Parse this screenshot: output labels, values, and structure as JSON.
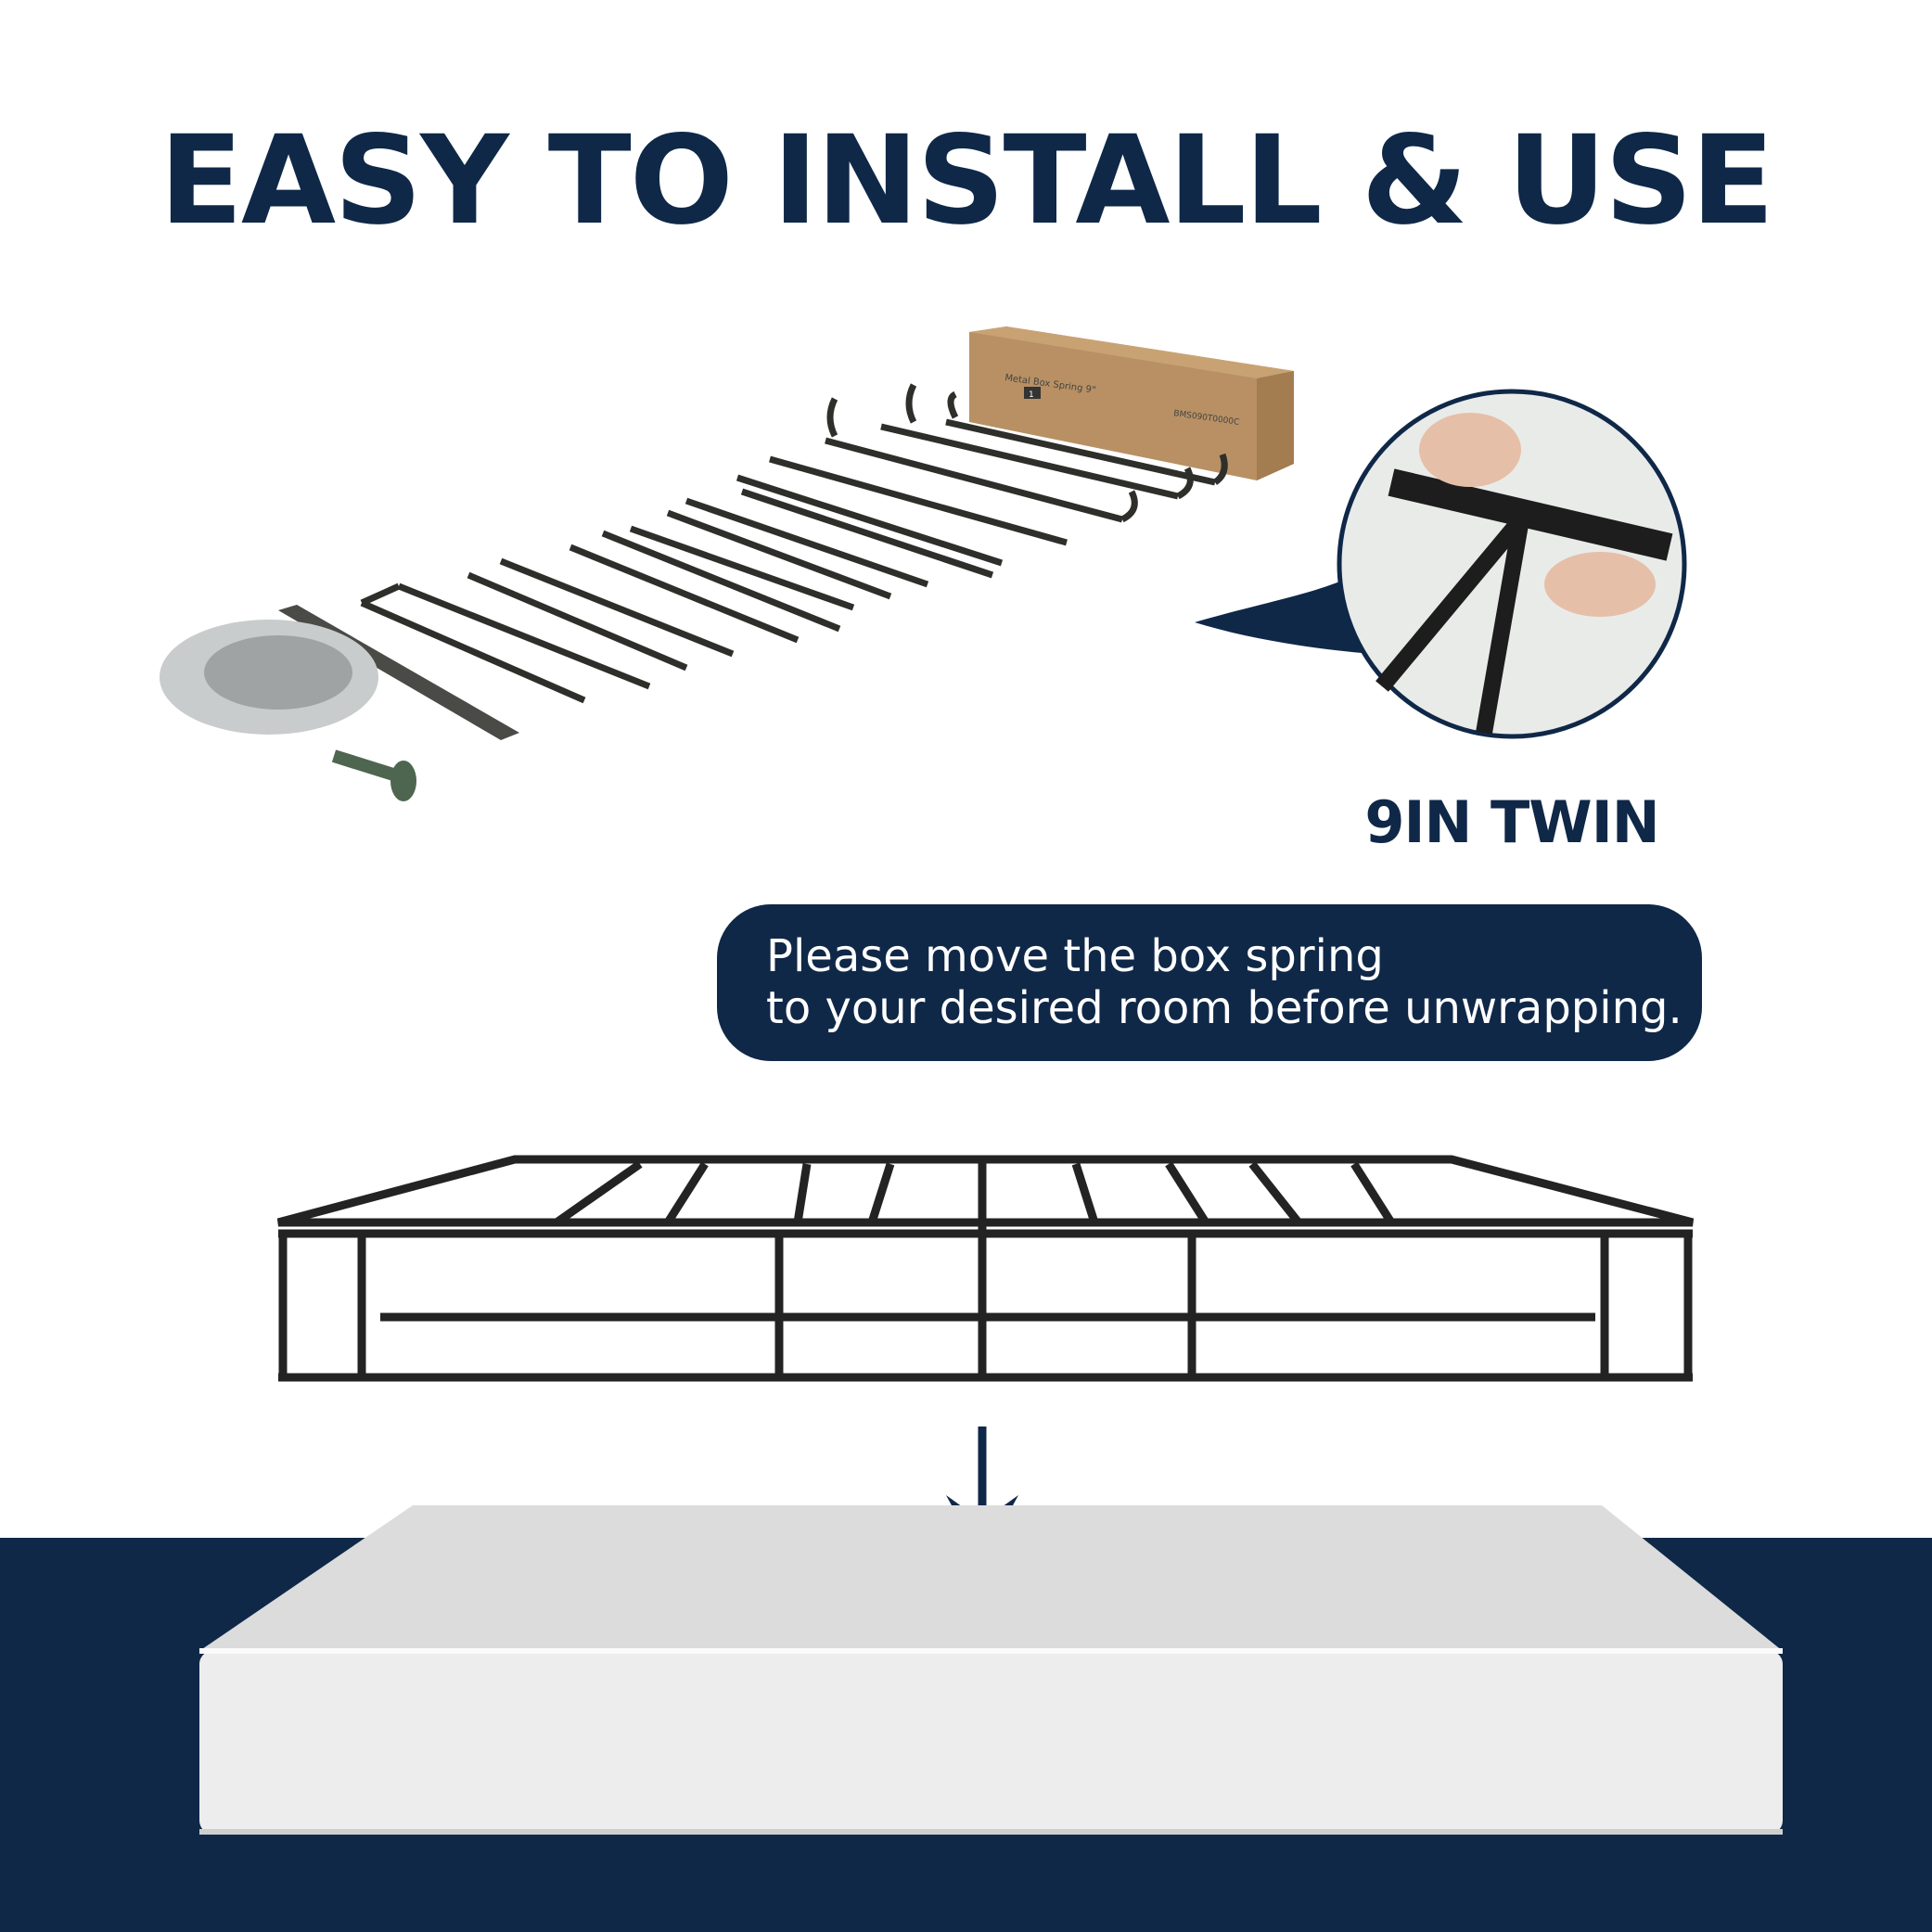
{
  "title": "EASY TO INSTALL & USE",
  "size_label": "9IN TWIN",
  "notice": {
    "line1": "Please move the box spring",
    "line2": "to your desired room before unwrapping."
  },
  "box_label": {
    "product": "Metal Box Spring 9\"",
    "number": "1",
    "code": "BMS090T0000C"
  },
  "colors": {
    "navy": "#0f2848",
    "cardboard": "#b89063",
    "steel": "#2b2b2b",
    "fabric": "#e4e4e4"
  }
}
